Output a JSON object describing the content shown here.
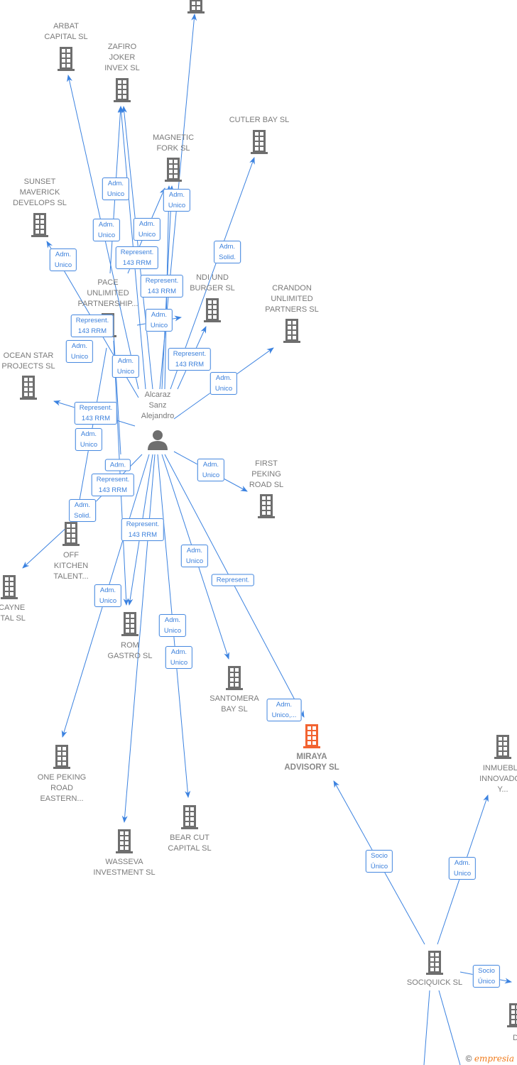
{
  "colors": {
    "edge": "#3b82e0",
    "node": "#6e6e6e",
    "highlight": "#f26331",
    "label_text": "#7a7a7a"
  },
  "nodes": [
    {
      "id": "top",
      "type": "company",
      "lines": []
    },
    {
      "id": "arbat",
      "type": "company",
      "lines": [
        "ARBAT",
        "CAPITAL SL"
      ]
    },
    {
      "id": "zafiro",
      "type": "company",
      "lines": [
        "ZAFIRO",
        "JOKER",
        "INVEX  SL"
      ]
    },
    {
      "id": "magnetic",
      "type": "company",
      "lines": [
        "MAGNETIC",
        "FORK  SL"
      ]
    },
    {
      "id": "cutler",
      "type": "company",
      "lines": [
        "CUTLER BAY  SL"
      ]
    },
    {
      "id": "sunset",
      "type": "company",
      "lines": [
        "SUNSET",
        "MAVERICK",
        "DEVELOPS  SL"
      ]
    },
    {
      "id": "pace",
      "type": "company",
      "lines": [
        "PACE",
        "UNLIMITED",
        "PARTNERSHIP..."
      ]
    },
    {
      "id": "burger",
      "type": "company",
      "lines": [
        "NDI        UND",
        "BURGER  SL"
      ]
    },
    {
      "id": "crandon",
      "type": "company",
      "lines": [
        "CRANDON",
        "UNLIMITED",
        "PARTNERS  SL"
      ]
    },
    {
      "id": "ocean",
      "type": "company",
      "lines": [
        "OCEAN STAR",
        "PROJECTS  SL"
      ]
    },
    {
      "id": "person",
      "type": "person",
      "lines": [
        "Alcaraz",
        "Sanz",
        "Alejandro"
      ]
    },
    {
      "id": "firstpeking",
      "type": "company",
      "lines": [
        "FIRST",
        "PEKING",
        "ROAD  SL"
      ]
    },
    {
      "id": "offkitchen",
      "type": "company",
      "lines": [
        "OFF",
        "KITCHEN",
        "TALENT..."
      ]
    },
    {
      "id": "biscayne",
      "type": "company",
      "lines": [
        "SCAYNE",
        "PITAL SL"
      ]
    },
    {
      "id": "rom",
      "type": "company",
      "lines": [
        "ROM",
        "GASTRO  SL"
      ]
    },
    {
      "id": "santomera",
      "type": "company",
      "lines": [
        "SANTOMERA",
        "BAY  SL"
      ]
    },
    {
      "id": "miraya",
      "type": "company-main",
      "lines": [
        "MIRAYA",
        "ADVISORY  SL"
      ]
    },
    {
      "id": "onepeking",
      "type": "company",
      "lines": [
        "ONE PEKING",
        "ROAD",
        "EASTERN..."
      ]
    },
    {
      "id": "bearcut",
      "type": "company",
      "lines": [
        "BEAR CUT",
        "CAPITAL  SL"
      ]
    },
    {
      "id": "wasseva",
      "type": "company",
      "lines": [
        "WASSEVA",
        "INVESTMENT SL"
      ]
    },
    {
      "id": "inmueble",
      "type": "company",
      "lines": [
        "INMUEBLE",
        "INNOVADOR",
        "Y..."
      ]
    },
    {
      "id": "sociquick",
      "type": "company",
      "lines": [
        "SOCIQUICK  SL"
      ]
    },
    {
      "id": "partial",
      "type": "company",
      "lines": [
        "D"
      ]
    }
  ],
  "edge_labels": [
    [
      "Adm.",
      "Unico"
    ],
    [
      "Adm.",
      "Unico"
    ],
    [
      "Adm.",
      "Unico"
    ],
    [
      "Adm.",
      "Unico"
    ],
    [
      "Represent.",
      "143 RRM"
    ],
    [
      "Adm.",
      "Unico"
    ],
    [
      "Adm.",
      "Solid."
    ],
    [
      "Represent.",
      "143 RRM"
    ],
    [
      "Represent.",
      "143 RRM"
    ],
    [
      "Adm.",
      "Unico"
    ],
    [
      "Adm.",
      "Unico"
    ],
    [
      "Adm.",
      "Unico"
    ],
    [
      "Represent.",
      "143 RRM"
    ],
    [
      "Adm.",
      "Unico"
    ],
    [
      "Represent.",
      "143 RRM"
    ],
    [
      "Adm.",
      "Unico"
    ],
    [
      "Adm."
    ],
    [
      "Represent.",
      "143 RRM"
    ],
    [
      "Adm.",
      "Solid."
    ],
    [
      "Represent.",
      "143 RRM"
    ],
    [
      "Adm.",
      "Unico"
    ],
    [
      "Adm.",
      "Unico"
    ],
    [
      "Represent."
    ],
    [
      "Adm.",
      "Unico"
    ],
    [
      "Adm.",
      "Unico"
    ],
    [
      "Adm.",
      "Unico"
    ],
    [
      "Adm.",
      "Unico,..."
    ],
    [
      "Socio",
      "Único"
    ],
    [
      "Adm.",
      "Unico"
    ],
    [
      "Socio",
      "Único"
    ]
  ],
  "footer": {
    "copyright": "©",
    "brand": "empresia"
  }
}
